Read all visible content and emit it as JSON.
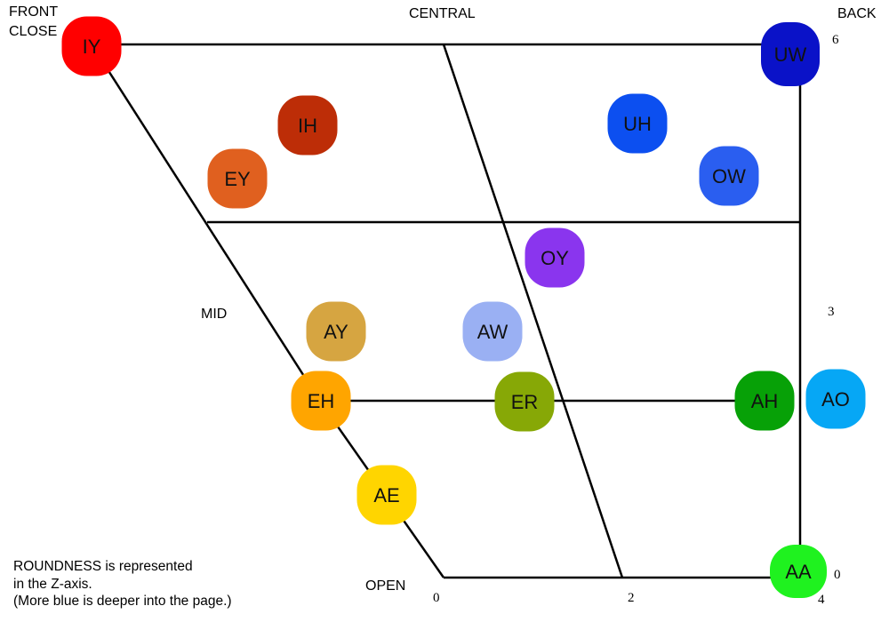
{
  "labels": {
    "front": "FRONT",
    "close": "CLOSE",
    "central": "CENTRAL",
    "back": "BACK",
    "mid": "MID",
    "open": "OPEN"
  },
  "numbers": {
    "right_top": "6",
    "right_mid": "3",
    "right_bottom": "0",
    "bottom_0": "0",
    "bottom_2": "2",
    "bottom_4": "4"
  },
  "note": {
    "line1": "ROUNDNESS is represented",
    "line2": "in the Z-axis.",
    "line3": "(More blue is deeper into the page.)"
  },
  "vowels": [
    {
      "label": "IY",
      "color": "#ff0000"
    },
    {
      "label": "IH",
      "color": "#bd2d07"
    },
    {
      "label": "EY",
      "color": "#e0601f"
    },
    {
      "label": "UW",
      "color": "#0a12c8"
    },
    {
      "label": "UH",
      "color": "#0c4ff0"
    },
    {
      "label": "OW",
      "color": "#2a5ef0"
    },
    {
      "label": "OY",
      "color": "#8a35ee"
    },
    {
      "label": "AY",
      "color": "#d6a541"
    },
    {
      "label": "AW",
      "color": "#9ab0f3"
    },
    {
      "label": "EH",
      "color": "#ffa500"
    },
    {
      "label": "ER",
      "color": "#87a806"
    },
    {
      "label": "AH",
      "color": "#07a107"
    },
    {
      "label": "AO",
      "color": "#06a7f5"
    },
    {
      "label": "AE",
      "color": "#ffd500"
    },
    {
      "label": "AA",
      "color": "#1ff21f"
    }
  ]
}
